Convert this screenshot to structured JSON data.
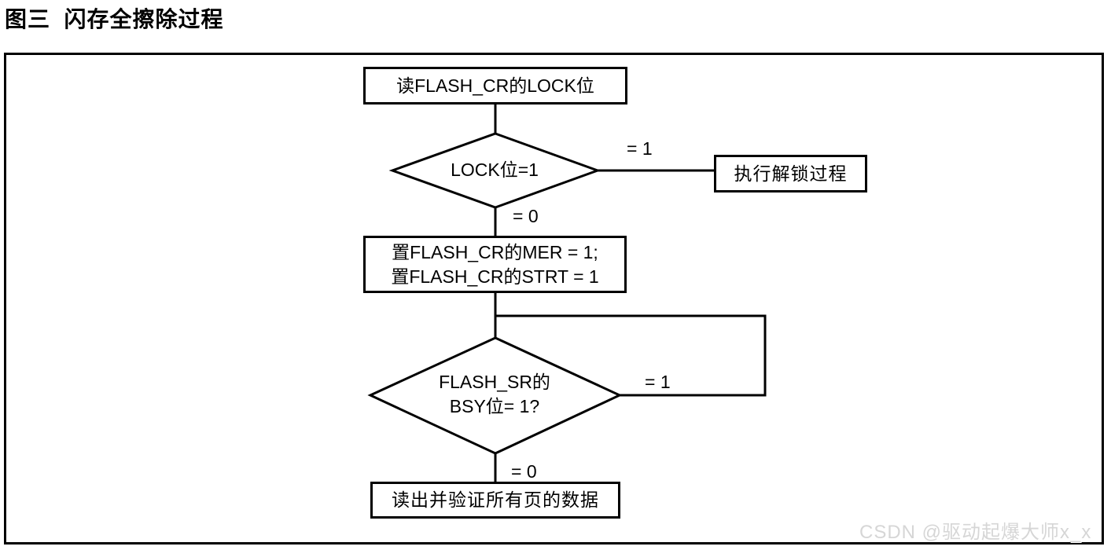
{
  "page": {
    "title": "图三  闪存全擦除过程",
    "watermark": "CSDN @驱动起爆大师x_x"
  },
  "flowchart": {
    "nodes": {
      "read_lock": {
        "type": "process",
        "label": "读FLASH_CR的LOCK位"
      },
      "lock_check": {
        "type": "decision",
        "label": "LOCK位=1"
      },
      "unlock": {
        "type": "process",
        "label": "执行解锁过程"
      },
      "set_bits": {
        "type": "process",
        "line1": "置FLASH_CR的MER = 1;",
        "line2": "置FLASH_CR的STRT = 1"
      },
      "bsy_check": {
        "type": "decision",
        "line1": "FLASH_SR的",
        "line2": "BSY位= 1?"
      },
      "verify": {
        "type": "process",
        "label": "读出并验证所有页的数据"
      }
    },
    "edge_labels": {
      "lock_yes": "= 1",
      "lock_no": "= 0",
      "bsy_yes": "= 1",
      "bsy_no": "= 0"
    },
    "colors": {
      "stroke": "#000000",
      "background": "#ffffff",
      "watermark": "#d6d6d6"
    }
  }
}
